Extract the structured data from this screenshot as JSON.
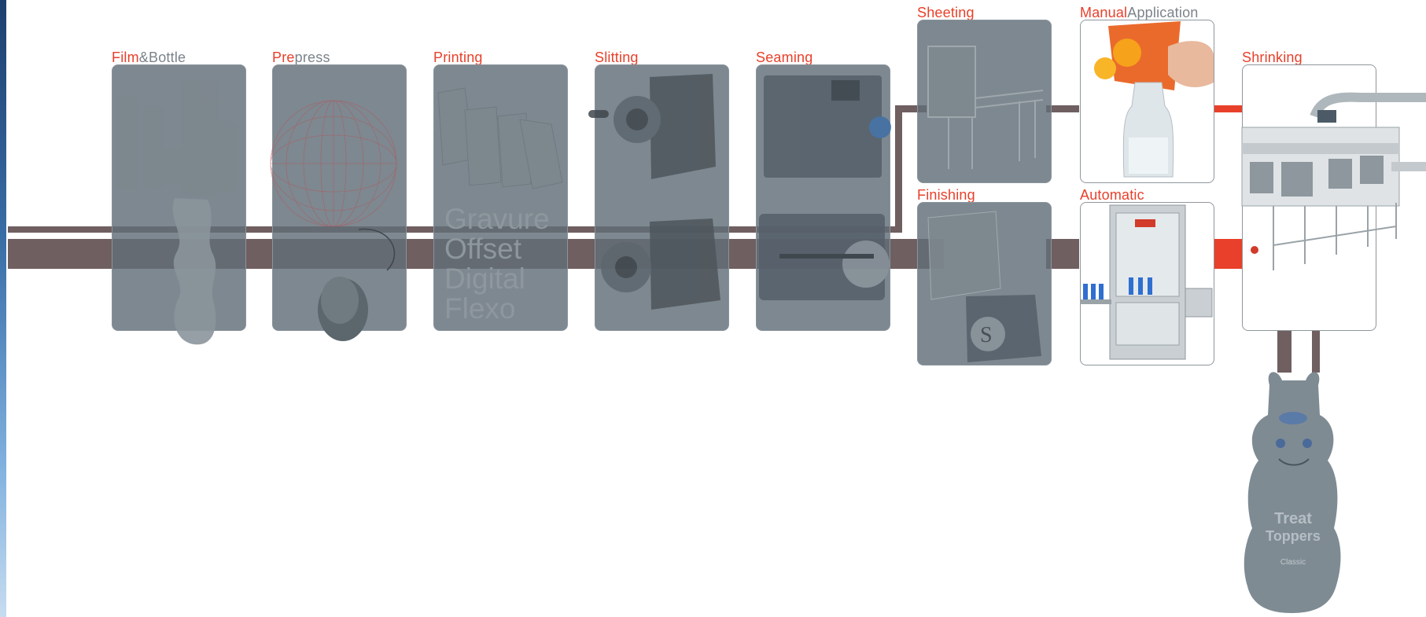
{
  "stages": [
    {
      "id": "film-bottle",
      "label_red": "Film",
      "label_grey": "&Bottle"
    },
    {
      "id": "prepress",
      "label_red": "Pre",
      "label_grey": "press"
    },
    {
      "id": "printing",
      "label_red": "Printing",
      "label_grey": ""
    },
    {
      "id": "slitting",
      "label_red": "Slitting",
      "label_grey": ""
    },
    {
      "id": "seaming",
      "label_red": "Seaming",
      "label_grey": ""
    },
    {
      "id": "sheeting",
      "label_red": "Sheeting",
      "label_grey": ""
    },
    {
      "id": "finishing",
      "label_red": "Finishing",
      "label_grey": ""
    },
    {
      "id": "manual-application",
      "label_red": "Manual",
      "label_grey": "Application"
    },
    {
      "id": "automatic",
      "label_red": "Automatic",
      "label_grey": ""
    },
    {
      "id": "shrinking",
      "label_red": "Shrinking",
      "label_grey": ""
    }
  ],
  "printing_methods": [
    "Gravure",
    "Offset",
    "Digital",
    "Flexo"
  ],
  "bottle_print": {
    "line1": "Treat",
    "line2": "Toppers",
    "line3": "Classic"
  },
  "colors": {
    "accent": "#e8402a",
    "track": "#6f5f60",
    "card": "#626e77",
    "label_grey": "#7b838a"
  }
}
